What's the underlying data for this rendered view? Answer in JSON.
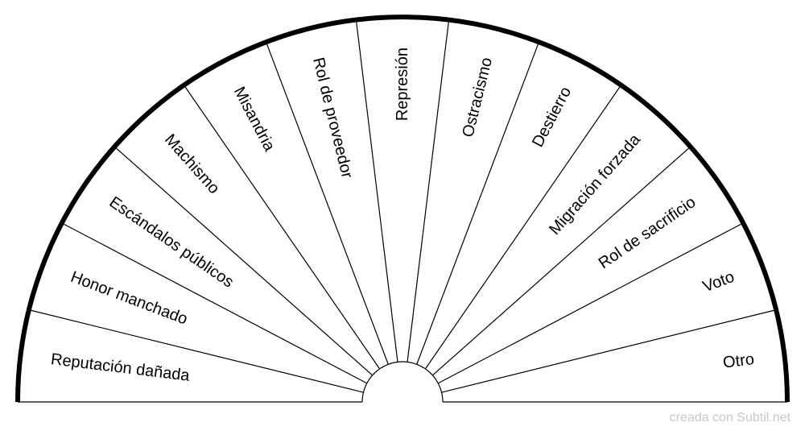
{
  "chart_data": {
    "type": "semicircle-segments",
    "segments": [
      "Reputación dañada",
      "Honor manchado",
      "Escándalos públicos",
      "Machismo",
      "Misandria",
      "Rol de proveedor",
      "Represión",
      "Ostracismo",
      "Destierro",
      "Migración forzada",
      "Rol de sacrificio",
      "Voto",
      "Otro"
    ]
  },
  "footer": {
    "credit": "creada con Subtil.net"
  },
  "colors": {
    "line": "#000000",
    "background": "#ffffff",
    "credit": "#c8c8c8"
  }
}
